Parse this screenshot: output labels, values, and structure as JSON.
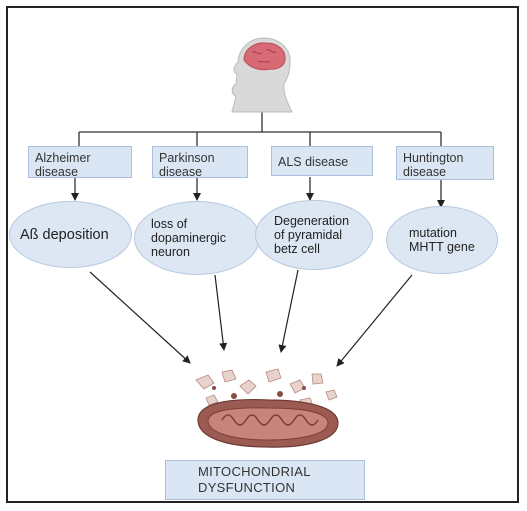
{
  "diseases": [
    {
      "name": "Alzheimer disease",
      "line1": "Alzheimer",
      "line2": "disease"
    },
    {
      "name": "Parkinson disease",
      "line1": "Parkinson",
      "line2": "disease"
    },
    {
      "name": "ALS disease",
      "line1": "ALS disease",
      "line2": ""
    },
    {
      "name": "Huntington disease",
      "line1": "Huntington",
      "line2": "disease"
    }
  ],
  "pathologies": [
    {
      "lines": [
        "Aß deposition"
      ]
    },
    {
      "lines": [
        "loss of",
        "dopaminergic",
        "neuron"
      ]
    },
    {
      "lines": [
        "Degeneration",
        "of pyramidal",
        "betz cell"
      ]
    },
    {
      "lines": [
        "mutation",
        "MHTT gene"
      ]
    }
  ],
  "outcome": {
    "line1": "MITOCHONDRIAL",
    "line2": "DYSFUNCTION"
  },
  "icons": [
    "human-head-brain-icon",
    "mitochondrion-fragments-icon"
  ],
  "colors": {
    "box_fill": "#dbe6f4",
    "box_border": "#a9bfdc",
    "lines": "#333333",
    "mito": "#9b5a52"
  }
}
